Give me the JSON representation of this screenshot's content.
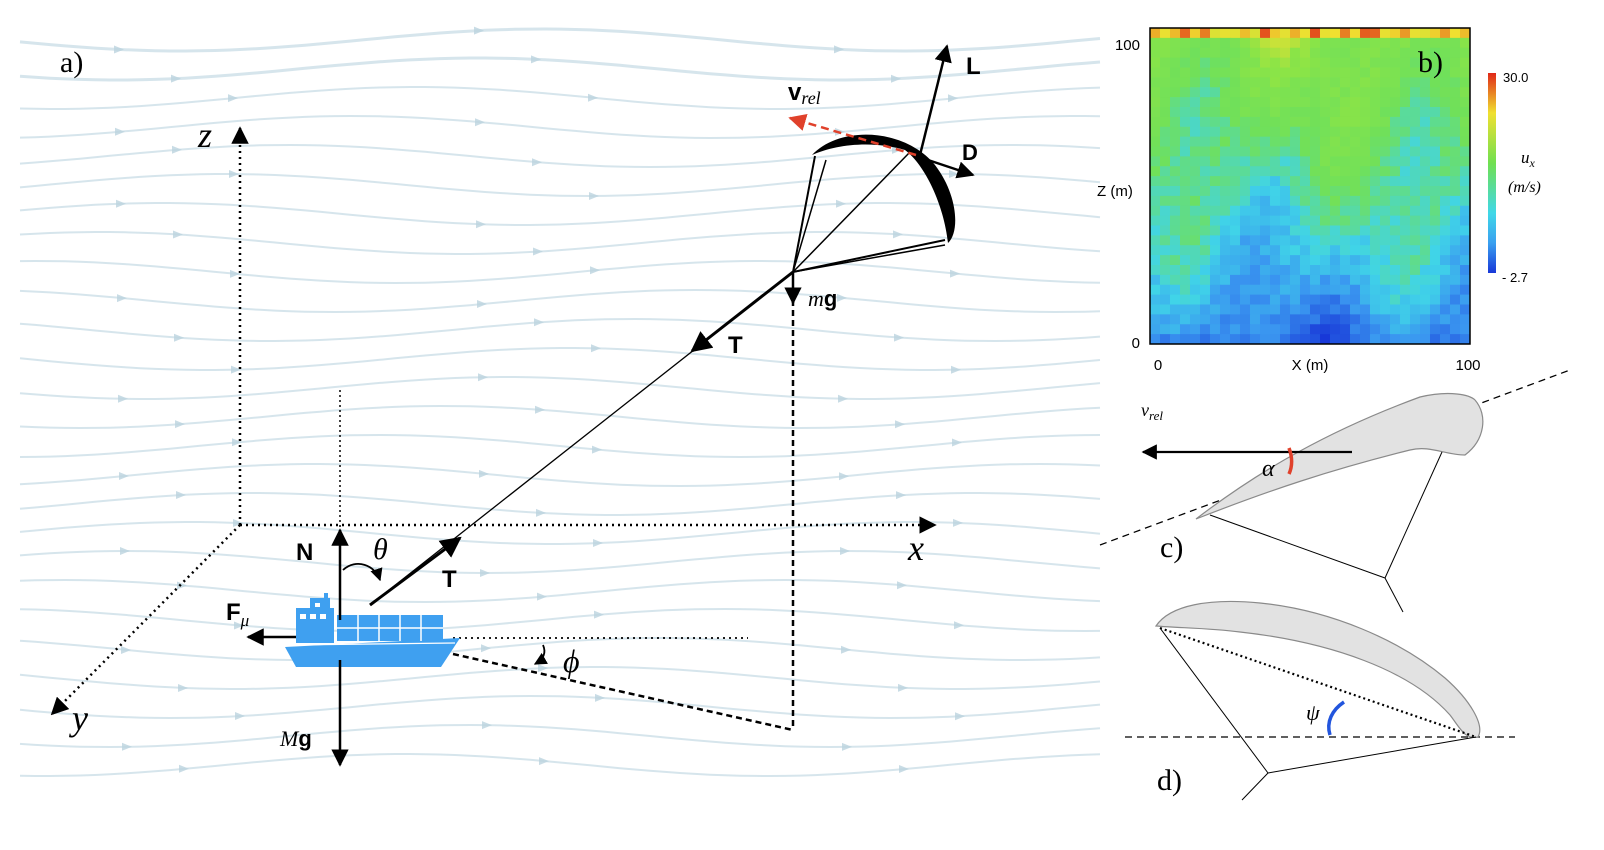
{
  "panels": {
    "a": "a)",
    "b": "b)",
    "c": "c)",
    "d": "d)"
  },
  "axes3d": {
    "z": "z",
    "x": "x",
    "y": "y"
  },
  "forces": {
    "lift": "L",
    "drag": "D",
    "v_main": "v",
    "v_sub": "rel",
    "kite_weight_m": "m",
    "kite_weight_g": "g",
    "tension_top": "T",
    "tension_bottom": "T",
    "normal": "N",
    "friction_main": "F",
    "friction_sub": "μ",
    "ship_weight_m": "M",
    "ship_weight_g": "g"
  },
  "angles": {
    "theta": "θ",
    "phi": "ϕ",
    "alpha": "α",
    "psi": "ψ"
  },
  "panel_c": {
    "v_main": "v",
    "v_sub": "rel"
  },
  "heatmap": {
    "x_ticks": [
      "0",
      "100"
    ],
    "y_ticks": [
      "0",
      "100"
    ],
    "x_label": "X (m)",
    "y_label": "Z (m)",
    "colorbar_max": "30.0",
    "colorbar_min": "- 2.7",
    "colorbar_label_main": "u",
    "colorbar_label_sub": "x",
    "colorbar_units": "(m/s)"
  },
  "colors": {
    "ship": "#3fa0f0",
    "wind": "#c8dce6",
    "vrel_arrow": "#e0412b",
    "alpha_arc": "#e0412b",
    "psi_arc": "#2255dd",
    "kite_profile": "#e2e2e2"
  }
}
